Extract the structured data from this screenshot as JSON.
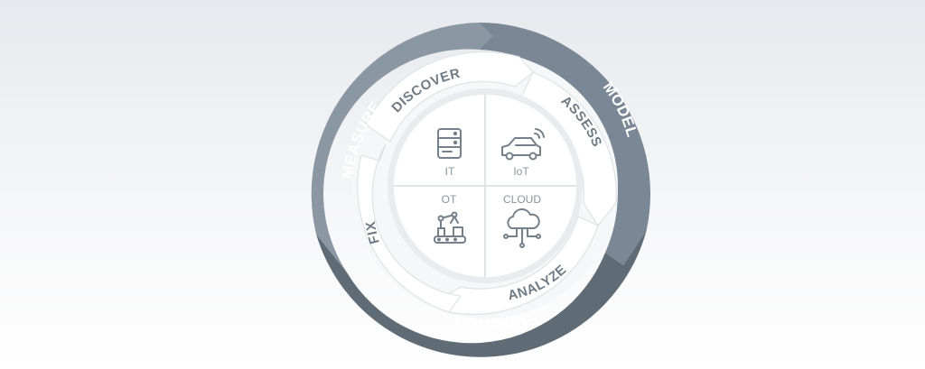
{
  "diagram": {
    "outer_ring": {
      "segments": [
        {
          "key": "measure",
          "label": "MEASURE",
          "color": "#8b98a4"
        },
        {
          "key": "model",
          "label": "MODEL",
          "color": "#7a8795"
        },
        {
          "key": "compare",
          "label": "COMPARE",
          "color": "#5f6b75"
        }
      ]
    },
    "inner_ring": {
      "steps": [
        {
          "key": "discover",
          "label": "DISCOVER"
        },
        {
          "key": "assess",
          "label": "ASSESS"
        },
        {
          "key": "analyze",
          "label": "ANALYZE"
        },
        {
          "key": "fix",
          "label": "FIX"
        }
      ]
    },
    "quadrants": [
      {
        "key": "it",
        "label": "IT",
        "icon": "server-icon"
      },
      {
        "key": "iot",
        "label": "IoT",
        "icon": "connected-car-icon"
      },
      {
        "key": "ot",
        "label": "OT",
        "icon": "robot-arm-icon"
      },
      {
        "key": "cloud",
        "label": "CLOUD",
        "icon": "cloud-network-icon"
      }
    ]
  }
}
